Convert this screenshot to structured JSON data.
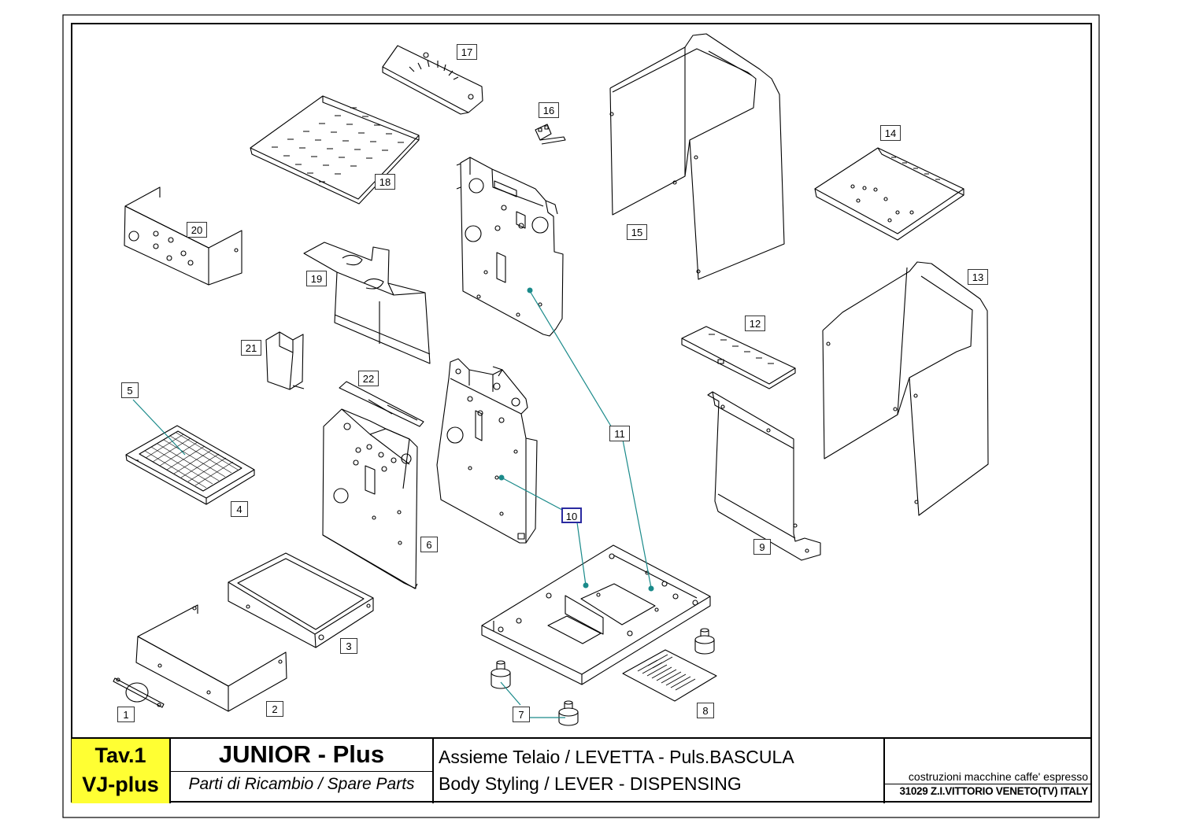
{
  "title_block": {
    "tav": "Tav.1",
    "code": "VJ-plus",
    "model": "JUNIOR - Plus",
    "subtitle": "Parti di Ricambio / Spare Parts",
    "description_it": "Assieme Telaio / LEVETTA - Puls.BASCULA",
    "description_en": "Body Styling /  LEVER - DISPENSING",
    "maker_line": "costruzioni macchine caffe' espresso",
    "maker_address": "31029 Z.I.VITTORIO VENETO(TV) ITALY"
  },
  "callouts": {
    "c1": "1",
    "c2": "2",
    "c3": "3",
    "c4": "4",
    "c5": "5",
    "c6": "6",
    "c7": "7",
    "c8": "8",
    "c9": "9",
    "c10": "10",
    "c11": "11",
    "c12": "12",
    "c13": "13",
    "c14": "14",
    "c15": "15",
    "c16": "16",
    "c17": "17",
    "c18": "18",
    "c19": "19",
    "c20": "20",
    "c21": "21",
    "c22": "22"
  },
  "colors": {
    "leader_line": "#1a8a8a",
    "highlight_box": "#2a2aa0",
    "tav_background": "#ffff33"
  }
}
